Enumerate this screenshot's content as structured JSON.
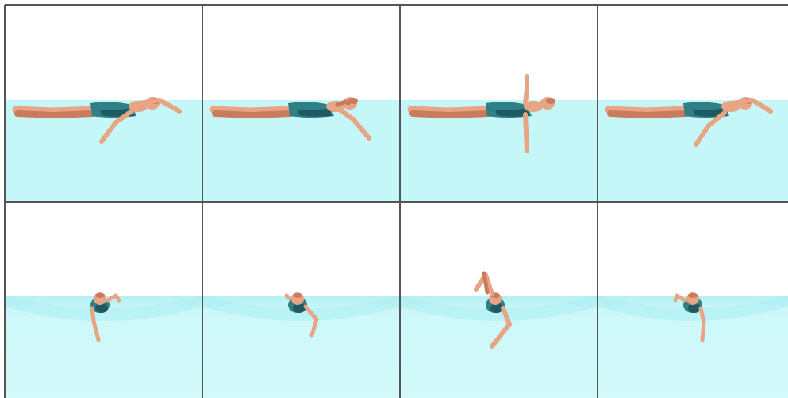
{
  "figure": {
    "rows": 2,
    "cols": 4,
    "colors": {
      "water": "#c6f7f8",
      "water_edge": "#a8eef1",
      "grid": "#555555",
      "skin": "#e7a585",
      "skin_dark": "#c97b5e",
      "suit": "#2f7f86",
      "suit_dark": "#1f5a60",
      "background": "#ffffff"
    },
    "rows_content": [
      {
        "view": "side-view",
        "panels": [
          {
            "phase": "glide-left-arm-pull"
          },
          {
            "phase": "arm-recovery-start"
          },
          {
            "phase": "arm-vertical-recovery"
          },
          {
            "phase": "glide-right-arm-pull"
          }
        ]
      },
      {
        "view": "front-view",
        "panels": [
          {
            "phase": "arm-under-water"
          },
          {
            "phase": "arm-pull-bent"
          },
          {
            "phase": "arm-out-of-water"
          },
          {
            "phase": "arm-pull-down"
          }
        ]
      }
    ]
  }
}
